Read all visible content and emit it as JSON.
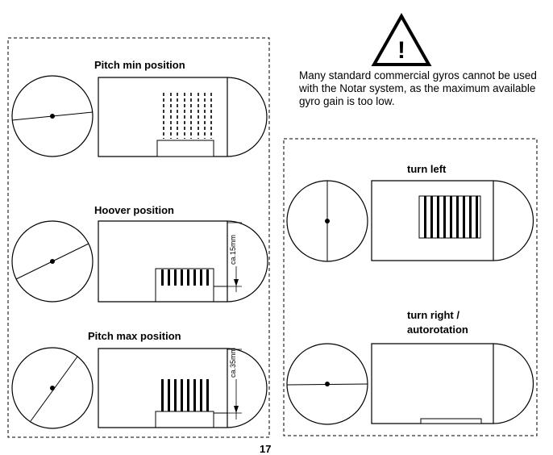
{
  "left_panel": {
    "diagrams": [
      {
        "title": "Pitch min position",
        "dimension": ""
      },
      {
        "title": "Hoover position",
        "dimension": "ca.15mm"
      },
      {
        "title": "Pitch max position",
        "dimension": "ca.35mm"
      }
    ]
  },
  "warning": {
    "icon": "warning-triangle-icon",
    "symbol": "!",
    "text": "Many standard commercial gyros cannot be used with the Notar system, as the maximum available gyro gain is too low."
  },
  "right_panel": {
    "diagrams": [
      {
        "title": "turn left"
      },
      {
        "title_line1": "turn right /",
        "title_line2": "autorotation"
      }
    ]
  },
  "page_number": "17"
}
